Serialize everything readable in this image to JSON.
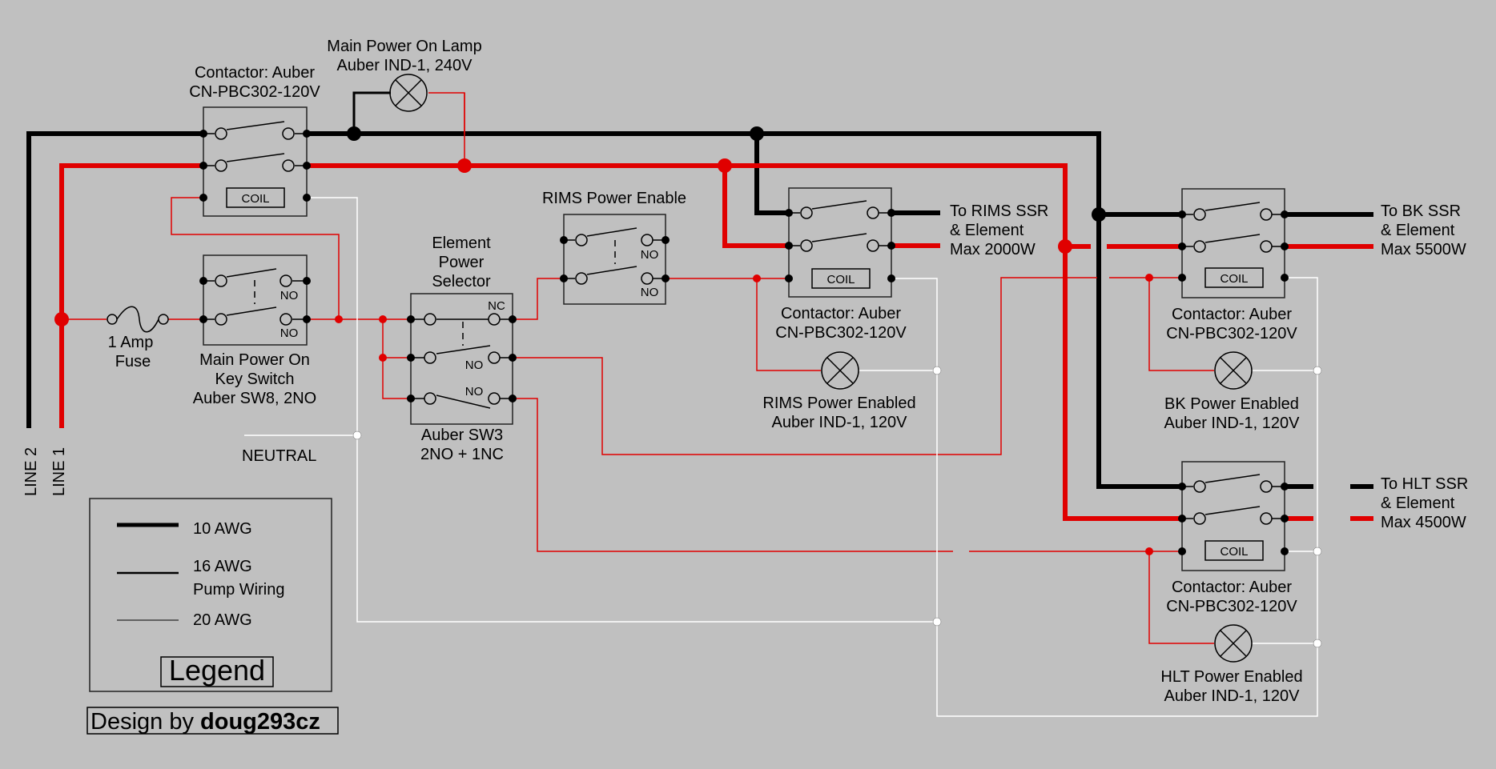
{
  "lines": {
    "line2": "LINE 2",
    "line1": "LINE 1",
    "neutral": "NEUTRAL"
  },
  "main_lamp": {
    "line1": "Main Power On Lamp",
    "line2": "Auber IND-1, 240V"
  },
  "main_contactor": {
    "line1": "Contactor:  Auber",
    "line2": "CN-PBC302-120V",
    "coil": "COIL"
  },
  "fuse": {
    "line1": "1 Amp",
    "line2": "Fuse"
  },
  "key_switch": {
    "line1": "Main Power On",
    "line2": "Key Switch",
    "line3": "Auber SW8, 2NO",
    "no": "NO"
  },
  "element_selector": {
    "line1": "Element",
    "line2": "Power",
    "line3": "Selector",
    "part1": "Auber SW3",
    "part2": "2NO + 1NC",
    "nc": "NC",
    "no": "NO"
  },
  "rims_enable": {
    "title": "RIMS Power Enable",
    "no": "NO"
  },
  "rims_contactor": {
    "line1": "Contactor:  Auber",
    "line2": "CN-PBC302-120V",
    "coil": "COIL",
    "out1": "To RIMS SSR",
    "out2": "& Element",
    "out3": "Max 2000W"
  },
  "rims_lamp": {
    "line1": "RIMS Power Enabled",
    "line2": "Auber IND-1, 120V"
  },
  "bk_contactor": {
    "line1": "Contactor:  Auber",
    "line2": "CN-PBC302-120V",
    "coil": "COIL",
    "out1": "To BK SSR",
    "out2": "& Element",
    "out3": "Max 5500W"
  },
  "bk_lamp": {
    "line1": "BK Power Enabled",
    "line2": "Auber IND-1, 120V"
  },
  "hlt_contactor": {
    "line1": "Contactor:  Auber",
    "line2": "CN-PBC302-120V",
    "coil": "COIL",
    "out1": "To HLT SSR",
    "out2": "& Element",
    "out3": "Max 4500W"
  },
  "hlt_lamp": {
    "line1": "HLT Power Enabled",
    "line2": "Auber IND-1, 120V"
  },
  "legend": {
    "awg10": "10 AWG",
    "awg16_1": "16 AWG",
    "awg16_2": "Pump Wiring",
    "awg20": "20 AWG",
    "title": "Legend"
  },
  "credit": {
    "prefix": "Design by ",
    "author": "doug293cz"
  },
  "colors": {
    "background": "#c0c0c0",
    "line1_wire": "#e00000",
    "line2_wire": "#000000",
    "neutral_wire": "#ffffff"
  }
}
